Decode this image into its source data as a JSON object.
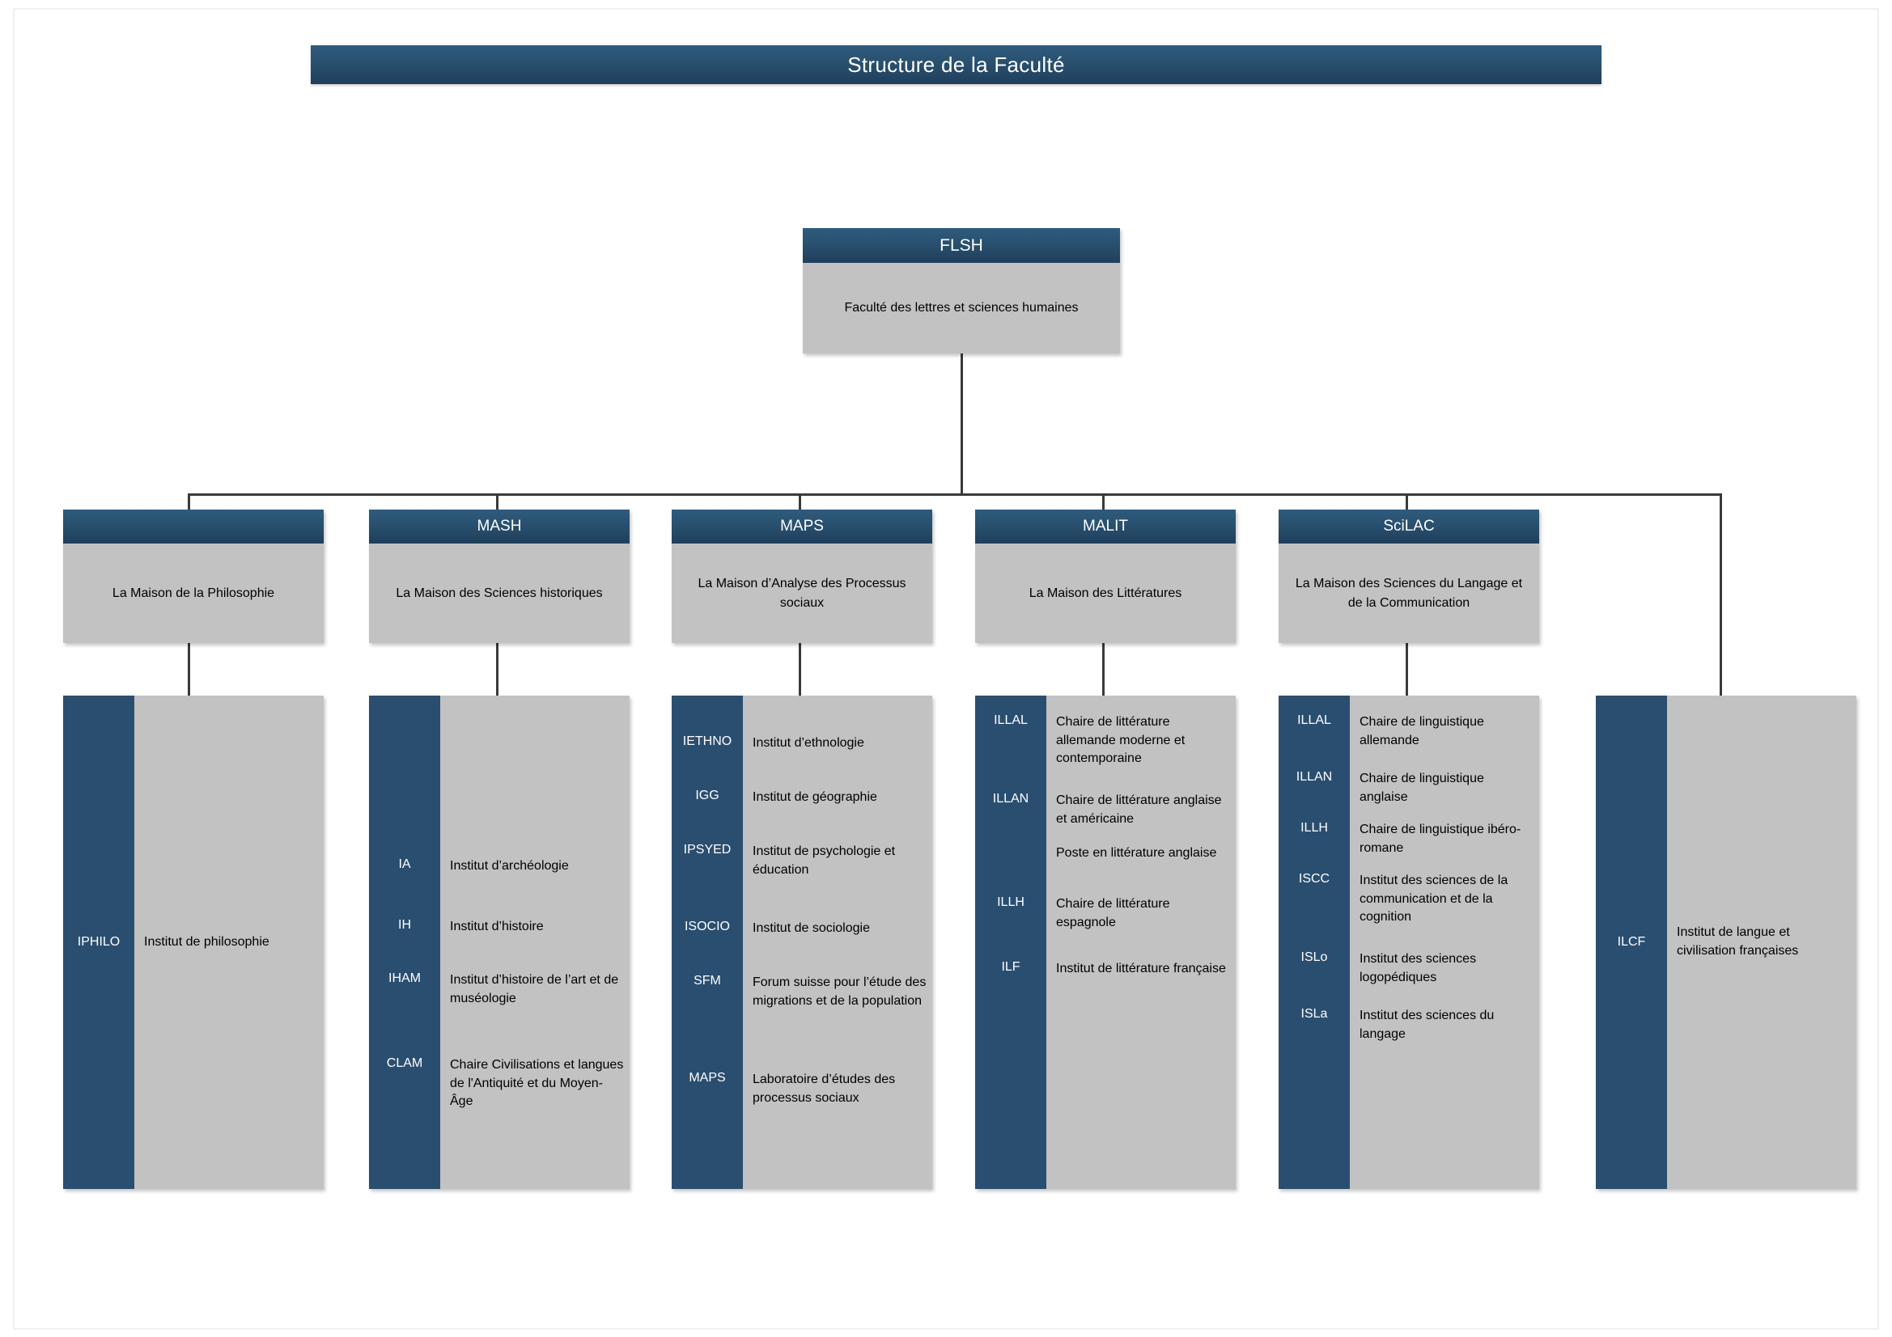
{
  "page": {
    "title": "Structure de la Faculté",
    "colors": {
      "navy_dark": "#1f3f5c",
      "navy_mid": "#29506f",
      "navy_light": "#2f5b7d",
      "navy_flat": "#2a4e70",
      "body_gray": "#c2c2c2",
      "connector": "#3a3a3a",
      "text_light": "#ffffff",
      "text_dark": "#000000",
      "background": "#ffffff"
    }
  },
  "root": {
    "acronym": "FLSH",
    "name": "Faculté des lettres et sciences humaines"
  },
  "houses": [
    {
      "acronym": "",
      "name": "La Maison de la Philosophie",
      "units": [
        {
          "acronym": "IPHILO",
          "name": "Institut de philosophie"
        }
      ]
    },
    {
      "acronym": "MASH",
      "name": "La Maison des Sciences historiques",
      "units": [
        {
          "acronym": "IA",
          "name": "Institut d’archéologie"
        },
        {
          "acronym": "IH",
          "name": "Institut d’histoire"
        },
        {
          "acronym": "IHAM",
          "name": "Institut d’histoire de l’art et de muséologie"
        },
        {
          "acronym": "CLAM",
          "name": "Chaire Civilisations et langues de l'Antiquité et du Moyen-Âge"
        }
      ]
    },
    {
      "acronym": "MAPS",
      "name": "La Maison d’Analyse des Processus sociaux",
      "units": [
        {
          "acronym": "IETHNO",
          "name": "Institut d’ethnologie"
        },
        {
          "acronym": "IGG",
          "name": "Institut de géographie"
        },
        {
          "acronym": "IPSYED",
          "name": "Institut de psychologie et éducation"
        },
        {
          "acronym": "ISOCIO",
          "name": "Institut de sociologie"
        },
        {
          "acronym": "SFM",
          "name": "Forum suisse pour l’étude des migrations et de la population"
        },
        {
          "acronym": "MAPS",
          "name": "Laboratoire d’études des processus sociaux"
        }
      ]
    },
    {
      "acronym": "MALIT",
      "name": "La Maison des Littératures",
      "units": [
        {
          "acronym": "ILLAL",
          "name": "Chaire de littérature allemande moderne et contemporaine"
        },
        {
          "acronym": "ILLAN",
          "name": "Chaire de littérature anglaise et américaine"
        },
        {
          "acronym": "",
          "name": "Poste en littérature anglaise"
        },
        {
          "acronym": "ILLH",
          "name": "Chaire de littérature espagnole"
        },
        {
          "acronym": "ILF",
          "name": "Institut de littérature française"
        }
      ]
    },
    {
      "acronym": "SciLAC",
      "name": "La Maison des Sciences du Langage et de la Communication",
      "units": [
        {
          "acronym": "ILLAL",
          "name": "Chaire de linguistique allemande"
        },
        {
          "acronym": "ILLAN",
          "name": "Chaire de linguistique anglaise"
        },
        {
          "acronym": "ILLH",
          "name": "Chaire de linguistique ibéro-romane"
        },
        {
          "acronym": "ISCC",
          "name": "Institut des sciences de la communication et de la cognition"
        },
        {
          "acronym": "ISLo",
          "name": "Institut des sciences logopédiques"
        },
        {
          "acronym": "ISLa",
          "name": "Institut des sciences du langage"
        }
      ]
    }
  ],
  "standalone": [
    {
      "acronym": "ILCF",
      "name": "Institut de langue et civilisation françaises"
    }
  ]
}
